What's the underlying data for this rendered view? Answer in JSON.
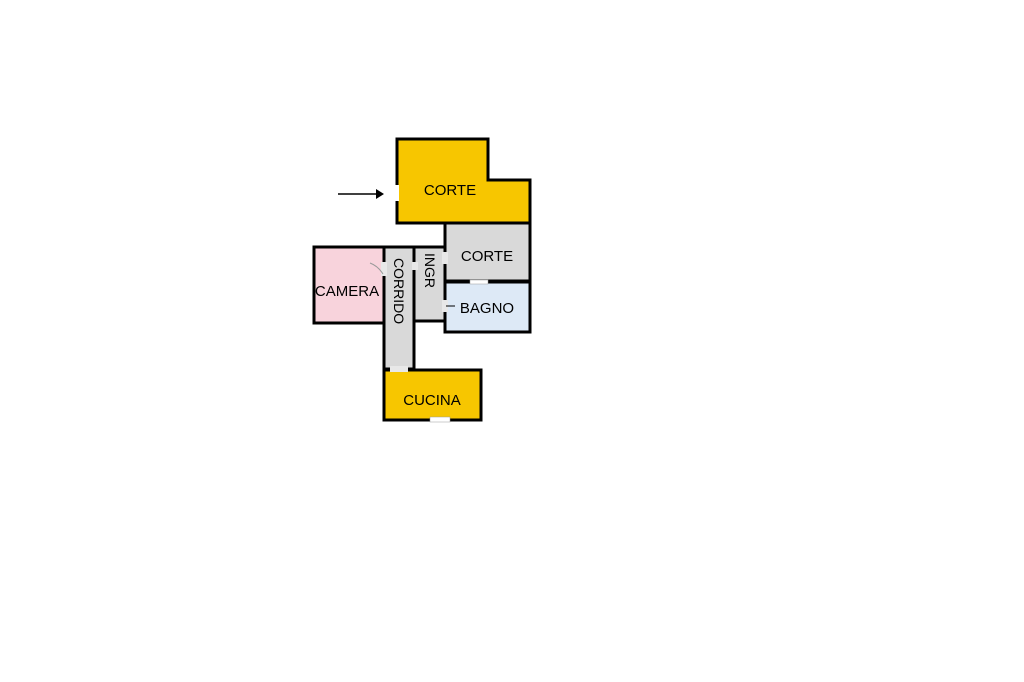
{
  "colors": {
    "corte_outer": "#f7c600",
    "corte_inner": "#d9d9d9",
    "camera": "#f8d3dc",
    "corridor": "#d9d9d9",
    "entrance": "#d9d9d9",
    "bagno": "#dde9f6",
    "cucina": "#f7c600",
    "wall": "#000000",
    "arrow": "#000000"
  },
  "rooms": {
    "corte_outer": "CORTE",
    "corte_inner": "CORTE",
    "camera": "CAMERA",
    "bagno": "BAGNO",
    "cucina": "CUCINA",
    "corridor": "CORRIDO",
    "entrance": "INGR"
  },
  "icons": {
    "entry_arrow": "arrow-right-icon"
  }
}
